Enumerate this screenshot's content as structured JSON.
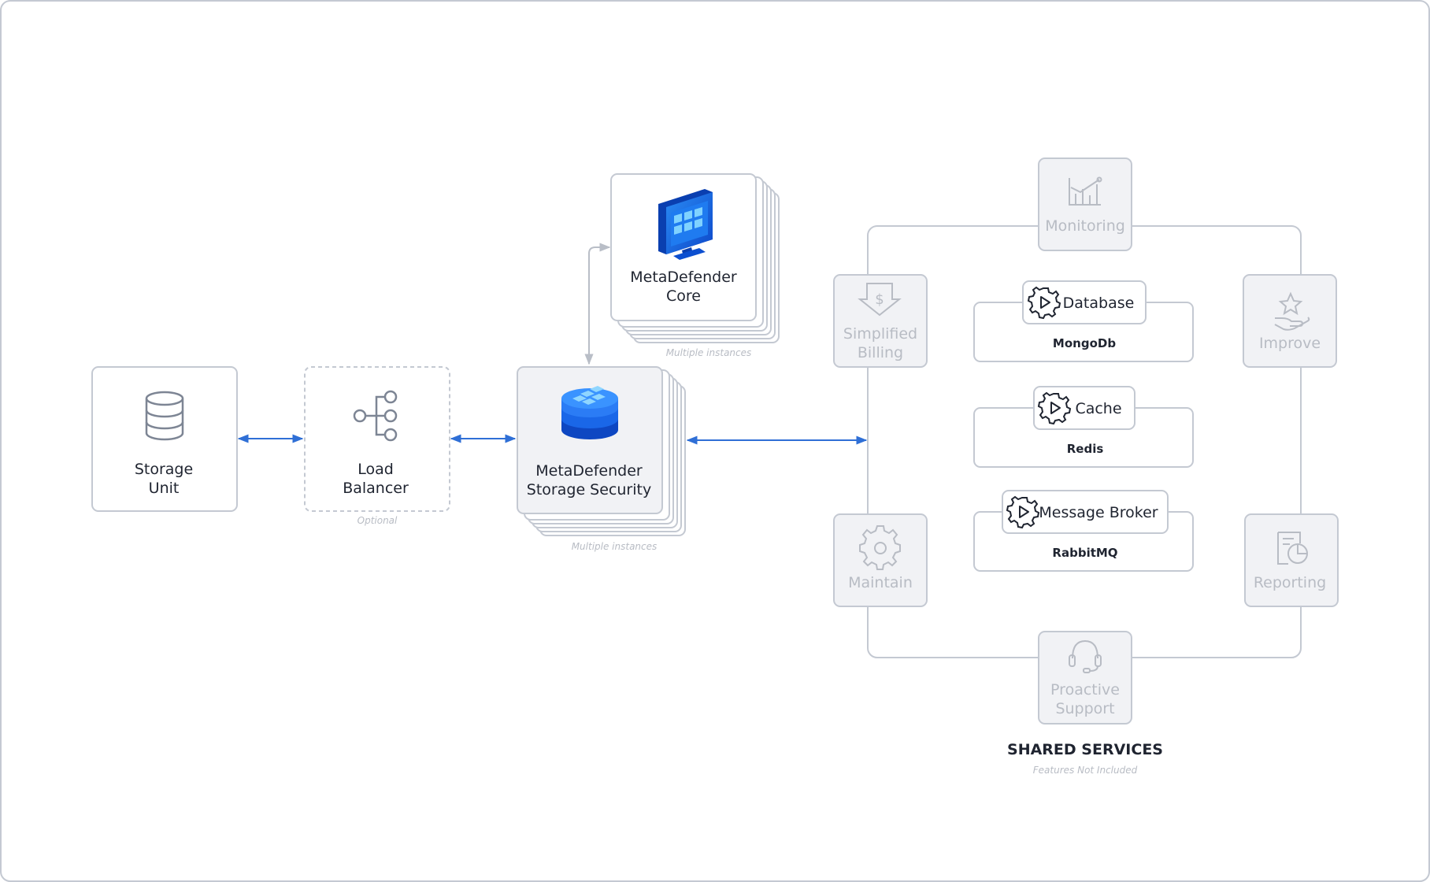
{
  "nodes": {
    "storage_unit": {
      "line1": "Storage",
      "line2": "Unit"
    },
    "load_balancer": {
      "line1": "Load",
      "line2": "Balancer",
      "note": "Optional"
    },
    "storage_security": {
      "line1": "MetaDefender",
      "line2": "Storage Security",
      "note": "Multiple instances"
    },
    "core": {
      "line1": "MetaDefender",
      "line2": "Core",
      "note": "Multiple instances"
    }
  },
  "shared_services": {
    "title": "SHARED SERVICES",
    "subtitle": "Features Not Included",
    "features": {
      "monitoring": {
        "line1": "Monitoring"
      },
      "billing": {
        "line1": "Simplified",
        "line2": "Billing"
      },
      "improve": {
        "line1": "Improve"
      },
      "maintain": {
        "line1": "Maintain"
      },
      "reporting": {
        "line1": "Reporting"
      },
      "support": {
        "line1": "Proactive",
        "line2": "Support"
      }
    },
    "services": [
      {
        "label": "Database",
        "value": "MongoDb"
      },
      {
        "label": "Cache",
        "value": "Redis"
      },
      {
        "label": "Message Broker",
        "value": "RabbitMQ"
      }
    ]
  },
  "colors": {
    "border": "#c4c9d2",
    "arrow": "#2f6fd6",
    "grey_line": "#b9bec7",
    "text": "#1f2430",
    "muted": "#b8bcc4",
    "box_fill": "#f1f2f5",
    "icon_blue": "#1a67e8"
  }
}
